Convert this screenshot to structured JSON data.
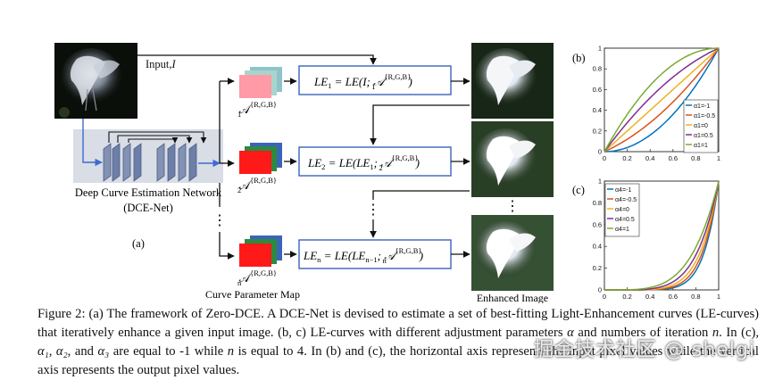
{
  "panel_labels": {
    "a": "(a)",
    "b": "(b)",
    "c": "(c)"
  },
  "input_label": "Input,",
  "input_symbol": "I",
  "network": {
    "line1": "Deep Curve Estimation Network",
    "line2": "(DCE-Net)"
  },
  "maps": [
    {
      "base": "𝒜",
      "sub": "1",
      "sup": "{R,G,B}"
    },
    {
      "base": "𝒜",
      "sub": "2",
      "sup": "{R,G,B}"
    },
    {
      "base": "𝒜",
      "sub": "n",
      "sup": "{R,G,B}"
    }
  ],
  "equations": [
    {
      "lhs": "LE",
      "lhs_sub": "1",
      "rhs_pre": " = LE(I; 𝒜",
      "rhs_sub": "1",
      "rhs_sup": "{R,G,B}",
      "rhs_post": ")"
    },
    {
      "lhs": "LE",
      "lhs_sub": "2",
      "rhs_pre": " = LE(LE",
      "rhs_mid_sub": "1",
      "rhs_mid": "; 𝒜",
      "rhs_sub": "2",
      "rhs_sup": "{R,G,B}",
      "rhs_post": ")"
    },
    {
      "lhs": "LE",
      "lhs_sub": "n",
      "rhs_pre": " = LE(LE",
      "rhs_mid_sub": "n−1",
      "rhs_mid": "; 𝒜",
      "rhs_sub": "n",
      "rhs_sup": "{R,G,B}",
      "rhs_post": ")"
    }
  ],
  "vertical_dots": "⋮",
  "curve_map_label": "Curve Parameter Map",
  "enhanced_label": "Enhanced Image",
  "colors": {
    "map_pink": "#ff9aa6",
    "map_red": "#ff1a1a",
    "map_green": "#2d8a3e",
    "map_blue": "#3a64b8",
    "map_teal": "#8ec3c9",
    "net_bg": "#d8dde6",
    "net_block": "#6d7fa8",
    "arrow_blue": "#3e6ad1",
    "curve_blue": "#0072bd",
    "curve_orange": "#d95319",
    "curve_yellow": "#edb120",
    "curve_purple": "#7e2f8e",
    "curve_green": "#77ac30"
  },
  "chart_data": [
    {
      "type": "line",
      "panel": "(b)",
      "xlim": [
        0,
        1
      ],
      "ylim": [
        0,
        1
      ],
      "x_ticks": [
        "0",
        "0.2",
        "0.4",
        "0.6",
        "0.8",
        "1"
      ],
      "y_ticks": [
        "0",
        "0.2",
        "0.4",
        "0.6",
        "0.8",
        "1"
      ],
      "legend_position": "bottom-right",
      "iterations": 1,
      "series": [
        {
          "name": "α1=-1",
          "alpha": -1,
          "color": "#0072bd"
        },
        {
          "name": "α1=-0.5",
          "alpha": -0.5,
          "color": "#d95319"
        },
        {
          "name": "α1=0",
          "alpha": 0,
          "color": "#edb120"
        },
        {
          "name": "α1=0.5",
          "alpha": 0.5,
          "color": "#7e2f8e"
        },
        {
          "name": "α1=1",
          "alpha": 1,
          "color": "#77ac30"
        }
      ]
    },
    {
      "type": "line",
      "panel": "(c)",
      "xlim": [
        0,
        1
      ],
      "ylim": [
        0,
        1
      ],
      "x_ticks": [
        "0",
        "0.2",
        "0.4",
        "0.6",
        "0.8",
        "1"
      ],
      "y_ticks": [
        "0",
        "0.2",
        "0.4",
        "0.6",
        "0.8",
        "1"
      ],
      "legend_position": "top-left",
      "iterations": 4,
      "series": [
        {
          "name": "α4=-1",
          "alpha": -1,
          "color": "#0072bd"
        },
        {
          "name": "α4=-0.5",
          "alpha": -0.5,
          "color": "#d95319"
        },
        {
          "name": "α4=0",
          "alpha": 0,
          "color": "#edb120"
        },
        {
          "name": "α4=0.5",
          "alpha": 0.5,
          "color": "#7e2f8e"
        },
        {
          "name": "α4=1",
          "alpha": 1,
          "color": "#77ac30"
        }
      ]
    }
  ],
  "caption": {
    "s1": "Figure 2: (a) The framework of Zero-DCE. A DCE-Net is devised to estimate a set of best-fitting Light-Enhancement curves (LE-curves) that iteratively enhance a given input image. (b, c) LE-curves with different adjustment parameters ",
    "alpha": "α",
    "s2": " and numbers of iteration ",
    "n": "n",
    "s3": ". In (c), ",
    "a1": "α₁",
    "comma1": ", ",
    "a2": "α₂",
    "and": ", and ",
    "a3": "α₃",
    "s4": " are equal to -1 while ",
    "n2": "n",
    "s5": " is equal to 4. In (b) and (c), the horizontal axis represents the input pixel values while the vertical axis represents the output pixel values."
  },
  "watermark": "掘金技术社区 @ shelgi"
}
